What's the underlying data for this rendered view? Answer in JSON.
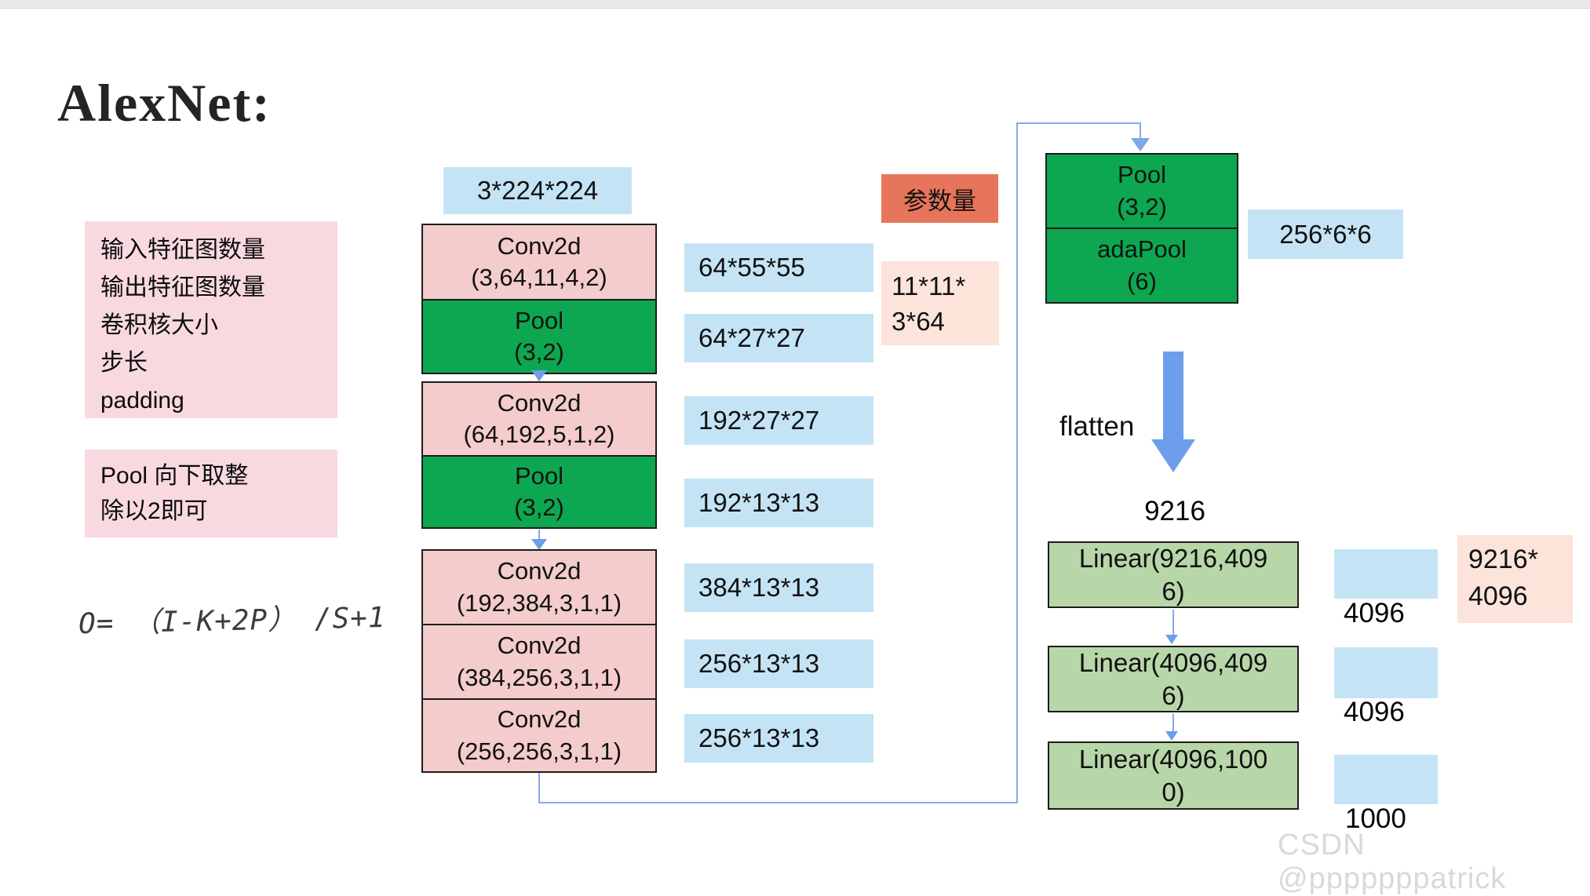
{
  "title": "AlexNet:",
  "watermark": "CSDN @pppppppatrick",
  "notes": {
    "conv_args": [
      "输入特征图数量",
      "输出特征图数量",
      "卷积核大小",
      "步长",
      "padding"
    ],
    "pool_rule": [
      "Pool 向下取整",
      "除以2即可"
    ],
    "formula": "O= （I-K+2P） /S+1"
  },
  "input_size": "3*224*224",
  "conv_stack": [
    {
      "name": "Conv2d",
      "params": "(3,64,11,4,2)"
    },
    {
      "name": "Pool",
      "params": "(3,2)"
    },
    {
      "name": "Conv2d",
      "params": "(64,192,5,1,2)"
    },
    {
      "name": "Pool",
      "params": "(3,2)"
    },
    {
      "name": "Conv2d",
      "params": "(192,384,3,1,1)"
    },
    {
      "name": "Conv2d",
      "params": "(384,256,3,1,1)"
    },
    {
      "name": "Conv2d",
      "params": "(256,256,3,1,1)"
    }
  ],
  "feature_maps": [
    "64*55*55",
    "64*27*27",
    "192*27*27",
    "192*13*13",
    "384*13*13",
    "256*13*13",
    "256*13*13"
  ],
  "params_label": "参数量",
  "conv1_param_count": [
    "11*11*",
    "3*64"
  ],
  "fc1_param_count": [
    "9216*",
    "4096"
  ],
  "final_pool": {
    "rows": [
      {
        "name": "Pool",
        "params": "(3,2)"
      },
      {
        "name": "adaPool",
        "params": "(6)"
      }
    ],
    "output_size": "256*6*6"
  },
  "flatten_label": "flatten",
  "flatten_size": "9216",
  "fc_layers": [
    "Linear(9216,4096)",
    "Linear(4096,4096)",
    "Linear(4096,1000)"
  ],
  "fc_outputs": [
    "4096",
    "4096",
    "1000"
  ],
  "colors": {
    "feature_tag_blue": "#c4e4f6",
    "conv_pink": "#f3cccb",
    "pool_green": "#0ca750",
    "linear_green": "#b7d7a8",
    "params_salmon": "#e7755b",
    "note_pink": "#f9d9e0",
    "note_peach": "#fce4da",
    "arrow_blue": "#6d9eeb"
  }
}
